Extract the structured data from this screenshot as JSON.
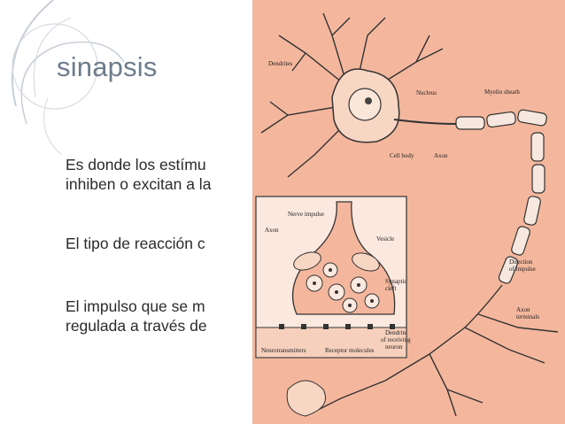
{
  "slide": {
    "title": "sinapsis",
    "bullets": [
      [
        "Es donde los estímu",
        "inhiben o excitan a la"
      ],
      [
        "El tipo de reacción c"
      ],
      [
        "El impulso que se m",
        "regulada a través de"
      ]
    ]
  },
  "figure": {
    "labels": {
      "dendrites": "Dendrites",
      "nucleus": "Nucleus",
      "myelin_sheath": "Myelin sheath",
      "cell_body": "Cell body",
      "axon_top": "Axon",
      "nerve_impulse": "Nerve impulse",
      "axon_inset": "Axon",
      "vesicle": "Vesicle",
      "synaptic": "Synaptic",
      "cleft": "cleft",
      "direction": "Direction",
      "of_impulse": "of impulse",
      "axon_terminals_1": "Axon",
      "axon_terminals_2": "terminals",
      "neurotransmitters": "Neurotransmitters",
      "receptor_molecules": "Receptor molecules",
      "dendrite_1": "Dendrite",
      "dendrite_2": "of receiving",
      "dendrite_3": "neuron"
    }
  },
  "colors": {
    "title": "#6d7c8c",
    "figure_background": "#f4b79d",
    "body_text": "#2b2b2b"
  }
}
